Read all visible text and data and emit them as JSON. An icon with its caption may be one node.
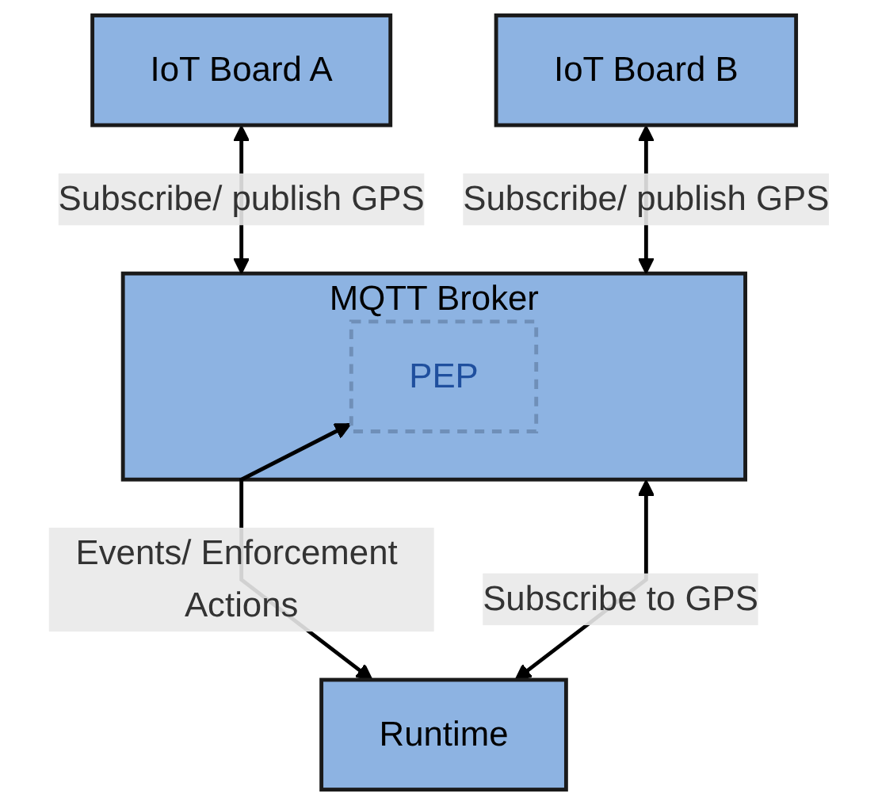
{
  "diagram": {
    "nodes": [
      {
        "text": [
          "IoT Board A"
        ]
      },
      {
        "text": [
          "IoT Board B"
        ]
      },
      {
        "text": [
          "MQTT Broker"
        ]
      },
      {
        "text": [
          "PEP"
        ],
        "in": 2
      },
      {
        "text": [
          "Runtime"
        ]
      }
    ],
    "edges": [
      {
        "from": 0,
        "to": 2,
        "arrow": "both",
        "label": "Subscribe/ publish GPS"
      },
      {
        "from": 1,
        "to": 2,
        "arrow": "both",
        "label": "Subscribe/ publish GPS"
      },
      {
        "from": 2,
        "to": 4,
        "arrow": "both",
        "label": "Subscribe to GPS"
      },
      {
        "from": 3,
        "to": 4,
        "arrow": "both",
        "label": "Events/ Enforcement Actions"
      }
    ]
  }
}
